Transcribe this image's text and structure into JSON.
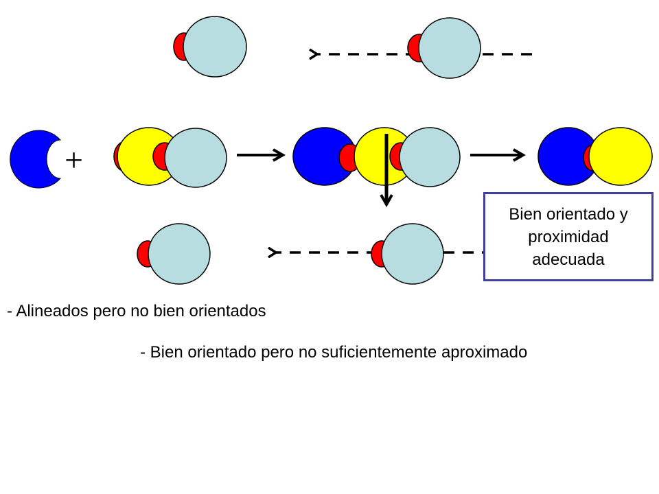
{
  "diagram": {
    "plus_sign": "+",
    "callout": [
      "Bien orientado y",
      "proximidad",
      "adecuada"
    ],
    "notes": [
      "- Alineados pero no bien orientados",
      "- Bien orientado pero no suficientemente aproximado"
    ]
  },
  "colors": {
    "blue_sphere": "#0000ff",
    "yellow_sphere": "#ffff00",
    "red_site": "#ff0000",
    "light_blue_sphere": "#b8dde0",
    "callout_border": "#3f3f9f",
    "arrows": "#000000"
  }
}
